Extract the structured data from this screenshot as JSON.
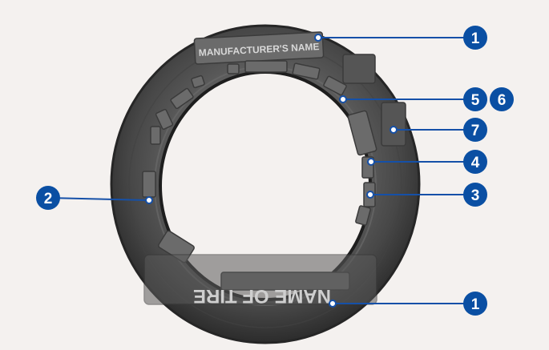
{
  "tire": {
    "sidewall_top_text": "MANUFACTURER'S NAME",
    "sidewall_bottom_text": "NAME OF TIRE"
  },
  "callouts": [
    {
      "id": "c1a",
      "label": "1"
    },
    {
      "id": "c56",
      "label": "5"
    },
    {
      "id": "c56b",
      "label": "6"
    },
    {
      "id": "c7",
      "label": "7"
    },
    {
      "id": "c4",
      "label": "4"
    },
    {
      "id": "c3",
      "label": "3"
    },
    {
      "id": "c2",
      "label": "2"
    },
    {
      "id": "c1b",
      "label": "1"
    }
  ],
  "colors": {
    "background": "#f4f1ef",
    "tire_dark": "#3a3a3a",
    "tire_mid": "#5a5a5a",
    "callout_blue": "#0a4fa3",
    "leader_blue": "#1550a8"
  }
}
